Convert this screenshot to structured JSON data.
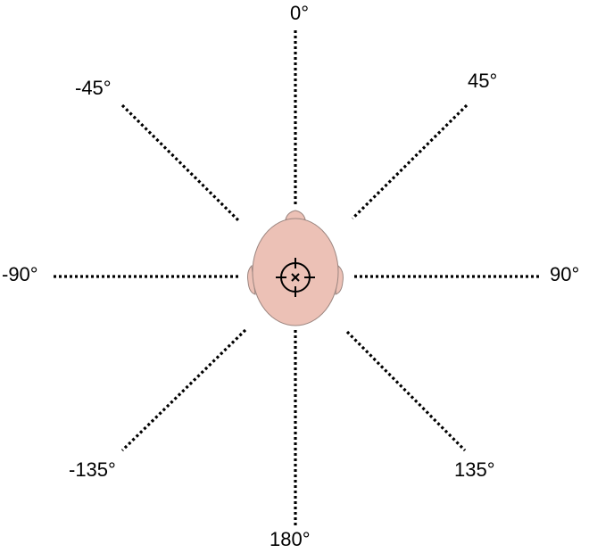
{
  "labels": {
    "deg_0": "0°",
    "deg_45": "45°",
    "deg_neg45": "-45°",
    "deg_90": "90°",
    "deg_neg90": "-90°",
    "deg_135": "135°",
    "deg_neg135": "-135°",
    "deg_180": "180°"
  },
  "colors": {
    "head_fill": "#ecc1b6",
    "head_stroke": "#9c8680",
    "dotted_line": "#000000",
    "text": "#000000"
  },
  "icons": {
    "center_marker": "crosshair-x-icon",
    "listener": "head-top-view-icon"
  }
}
